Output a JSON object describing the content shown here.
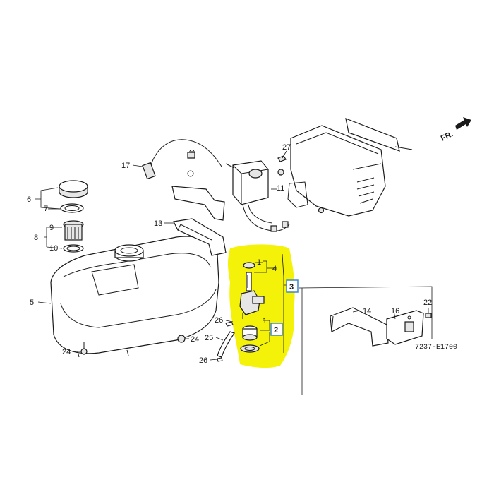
{
  "diagram": {
    "code": "7237-E1700",
    "direction_label": "FR.",
    "highlight_color": "#f5f20a",
    "callout_box_color": "#3f86c8",
    "labels": {
      "p1a": "1",
      "p1b": "1",
      "p2": "2",
      "p3": "3",
      "p4": "4",
      "p5": "5",
      "p6": "6",
      "p7": "7",
      "p8": "8",
      "p9": "9",
      "p10": "10",
      "p11": "11",
      "p13": "13",
      "p14": "14",
      "p16": "16",
      "p17": "17",
      "p22": "22",
      "p24a": "24",
      "p24b": "24",
      "p25": "25",
      "p26a": "26",
      "p26b": "26",
      "p27": "27"
    }
  }
}
